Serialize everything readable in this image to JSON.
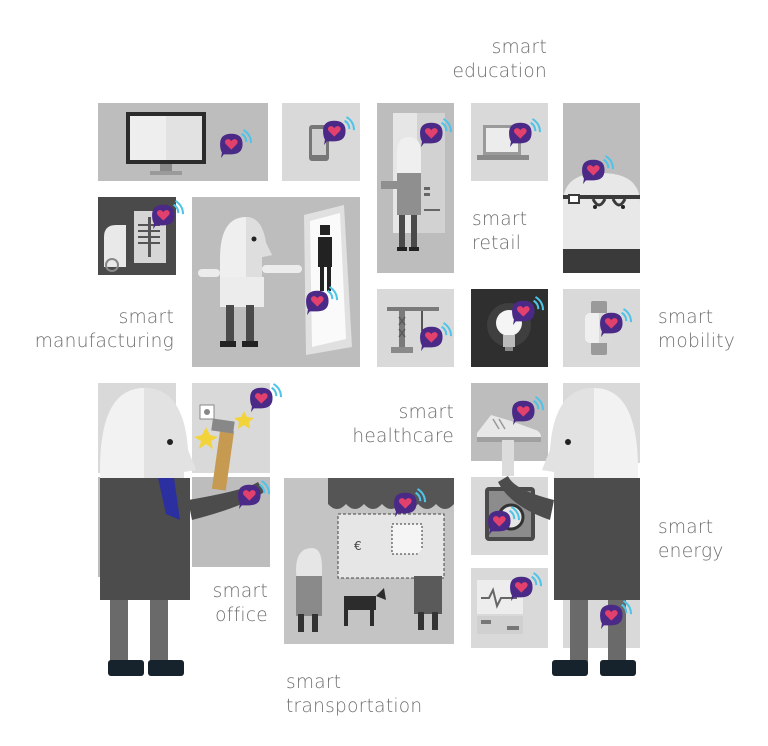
{
  "labels": {
    "education": [
      "smart",
      "education"
    ],
    "retail": [
      "smart",
      "retail"
    ],
    "manufacturing": [
      "smart",
      "manufacturing"
    ],
    "mobility": [
      "smart",
      "mobility"
    ],
    "healthcare": [
      "smart",
      "healthcare"
    ],
    "energy": [
      "smart",
      "energy"
    ],
    "office": [
      "smart",
      "office"
    ],
    "transportation": [
      "smart",
      "transportation"
    ]
  },
  "colors": {
    "label": "#6e6e6e",
    "tile": "#bdbdbd",
    "tile_light": "#d9d9d9",
    "tile_dark": "#2f2f2f",
    "bubble_fill": "#4a2a86",
    "heart": "#e2416d",
    "wifi": "#4fc3e8",
    "suit": "#5a5a5a",
    "tie": "#2b2fa0",
    "shoe": "#17232c"
  },
  "icons": [
    "monitor-icon",
    "smartphone-icon",
    "laptop-icon",
    "smart-glasses-icon",
    "xray-icon",
    "crane-icon",
    "lightbulb-icon",
    "smartwatch-icon",
    "sneaker-icon",
    "washing-machine-icon",
    "vending-machine-icon",
    "heart-chat-bubble-icon",
    "wifi-icon",
    "shop-awning-icon"
  ]
}
